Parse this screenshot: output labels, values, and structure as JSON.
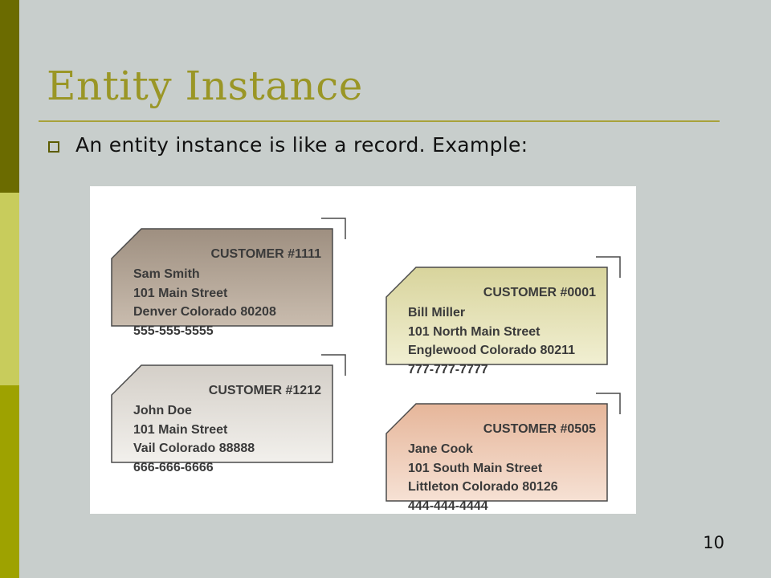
{
  "slide": {
    "title": "Entity Instance",
    "bullet": "An entity instance is like a record. Example:",
    "page_number": "10"
  },
  "cards": [
    {
      "header": "CUSTOMER #1111",
      "lines": [
        "Sam Smith",
        "101 Main Street",
        "Denver Colorado 80208",
        "555-555-5555"
      ],
      "gradient": [
        "#9e8f80",
        "#c9bcae"
      ]
    },
    {
      "header": "CUSTOMER #0001",
      "lines": [
        "Bill Miller",
        "101 North Main Street",
        "Englewood Colorado 80211",
        "777-777-7777"
      ],
      "gradient": [
        "#d8d49c",
        "#f1efd2"
      ]
    },
    {
      "header": "CUSTOMER #1212",
      "lines": [
        "John Doe",
        "101 Main Street",
        "Vail Colorado 88888",
        "666-666-6666"
      ],
      "gradient": [
        "#d4cfc8",
        "#f2f0ec"
      ]
    },
    {
      "header": "CUSTOMER #0505",
      "lines": [
        "Jane Cook",
        "101 South Main Street",
        "Littleton Colorado 80126",
        "444-444-4444"
      ],
      "gradient": [
        "#e6b69a",
        "#f6e1d4"
      ]
    }
  ]
}
